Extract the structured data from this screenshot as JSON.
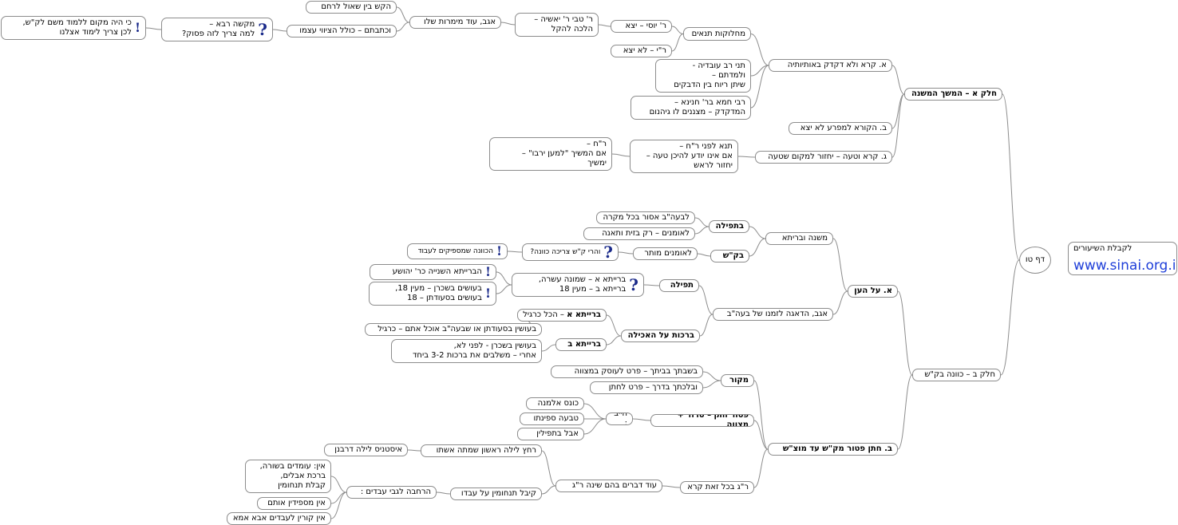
{
  "root": {
    "label": "דף טו"
  },
  "sinai": {
    "line1": "לקבלת השיעורים",
    "url": "www.sinai.org.il"
  },
  "part_a": {
    "label": "חלק א – המשך המשנה",
    "a1": {
      "label": "א. קרא ולא דקדק באותיותיה",
      "disputes": {
        "label": "מחלוקות תנאים",
        "yosi": "ר' יוסי – יצא",
        "ry": "ר\"י – לא יצא",
        "halacha": "ר' טבי ר' יאשיה –\nהלכה להקל",
        "agav": "אגב, עוד מימרות שלו",
        "hekesh": "הקש בין שאול לרחם",
        "ktavtem": "וכתבתם – כולל הציווי עצמו",
        "question": "מקשה רבא –\nלמה צריך לזה פסוק?",
        "answer": "כי היה מקום ללמוד משם לק\"ש,\nלכן צריך לימוד אצלנו"
      },
      "tani": "תני רב עובדיה -\nולמדתם –\nשיתן ריוח בין הדבקים",
      "rami": "רבי חמא בר' חנינא –\nהמדקדק – מצננים לו גיהנום"
    },
    "b": "ב. הקורא למפרע לא יצא",
    "c": {
      "label": "ג. קרא וטעה – יחזור למקום שטעה",
      "tana": "תנא לפני ר\"ח –\nאם אינו יודע להיכן טעה –\nיחזור לראש",
      "rh": "ר\"ח –\nאם המשיך \"למען ירבו\" –\nימשיך"
    }
  },
  "part_b": {
    "label": "חלק ב – כוונה בק\"ש",
    "a": {
      "label": "א. על הען",
      "mishna": {
        "label": "משנה ובריתא",
        "tefila": "בתפילה",
        "tefila_1": "לבעה\"ב אסור בכל מקרה",
        "tefila_2": "לאומנים – רק בזית ותאנה",
        "ks": "בק\"ש",
        "ks_1": "לאומנים מותר",
        "ks_q": "והרי ק\"ש צריכה כוונה?",
        "ks_a": "הכוונה שמספיקים לעבוד"
      },
      "agav": {
        "label": "אגב, הדאגה לזמנו של בעה\"ב",
        "tefila": "תפילה",
        "brayta": "ברייתא א – שמונה עשרה,\nברייתא ב – מעין 18",
        "ex1": "הברייתא השנייה כר' יהושע",
        "ex2": "בעושים בשכרן – מעין 18,\nבעושים בסעודתן – 18",
        "birkat": "ברכות על האכילה",
        "bA": "ברייתא א",
        "bA_text": "– הכל כרגיל",
        "bA_detail": "בעושין בסעודתן או שבעה\"ב אוכל אתם – כרגיל",
        "bB": "ברייתא ב",
        "bB_detail": "בעושין בשכרן - לפני לא,\nאחרי – משלבים את ברכות 3-2 ביחד"
      }
    },
    "b": {
      "label": "ב. חתן פטור מק\"ש עד מוצ\"ש",
      "makor": "מקור",
      "makor_1": "בשבתך בביתך – פרט לעוסק במצווה",
      "makor_2": "ובלכתך בדרך – פרט לחתן",
      "patur": "פטור חתן – טרוד + מצווה",
      "chayav": "חייב :",
      "ch1": "כונס אלמנה",
      "ch2": "טבעה ספינתו",
      "ch3": "אבל בתפילין",
      "rg": "ר\"ג בכל זאת קרא",
      "od": "עוד דברים בהם שינה ר\"ג",
      "rachatz": "רחץ לילה ראשון שמתה אשתו",
      "istenis": "איסטניס לילה דרבנן",
      "kibel": "קיבל תנחומין על עבדו",
      "harchava": "הרחבה לגבי עבדים :",
      "ein1": "אין: עומדים בשורה,\nברכת אבלים,\nקבלת תנחומין",
      "ein2": "אין מספידין אותם",
      "ein3": "אין קורין לעבדים אבא אמא"
    }
  }
}
